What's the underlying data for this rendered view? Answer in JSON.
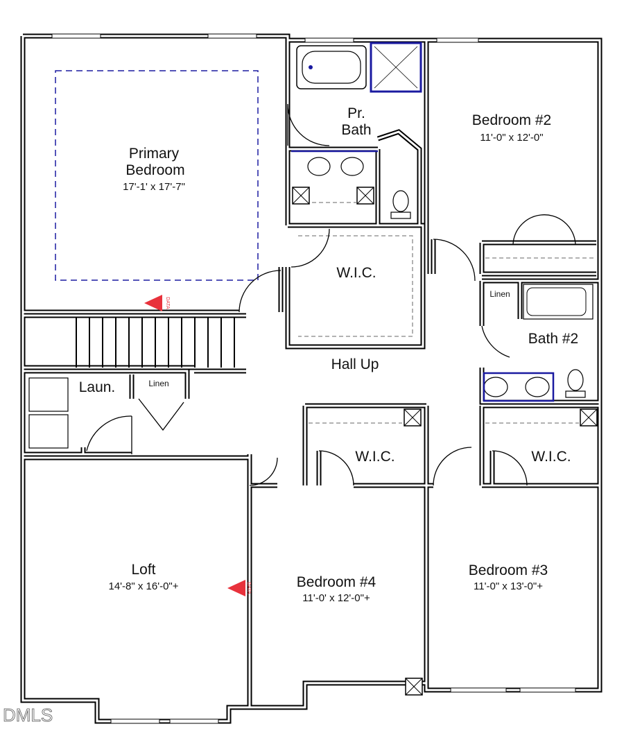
{
  "rooms": {
    "primary_bedroom": {
      "name_line1": "Primary",
      "name_line2": "Bedroom",
      "dims": "17'-1' x 17'-7\""
    },
    "primary_bath": {
      "name_line1": "Pr.",
      "name_line2": "Bath"
    },
    "bedroom2": {
      "name": "Bedroom #2",
      "dims": "11'-0\" x 12'-0\""
    },
    "primary_wic": {
      "name": "W.I.C."
    },
    "linen_upper": {
      "name": "Linen"
    },
    "bath2": {
      "name": "Bath #2"
    },
    "hall": {
      "name": "Hall Up"
    },
    "laundry": {
      "name": "Laun."
    },
    "linen_lower": {
      "name": "Linen"
    },
    "bed4_wic": {
      "name": "W.I.C."
    },
    "bed3_wic": {
      "name": "W.I.C."
    },
    "loft": {
      "name": "Loft",
      "dims": "14'-8\" x 16'-0\"+"
    },
    "bedroom4": {
      "name": "Bedroom #4",
      "dims": "11'-0' x 12'-0\"+"
    },
    "bedroom3": {
      "name": "Bedroom #3",
      "dims": "11'-0\" x 13'-0\"+"
    }
  },
  "markers": {
    "data_label": "DATA"
  },
  "watermark": "DMLS",
  "colors": {
    "wall": "#000000",
    "fixture_accent": "#1a1aa0",
    "marker": "#e8323c"
  }
}
